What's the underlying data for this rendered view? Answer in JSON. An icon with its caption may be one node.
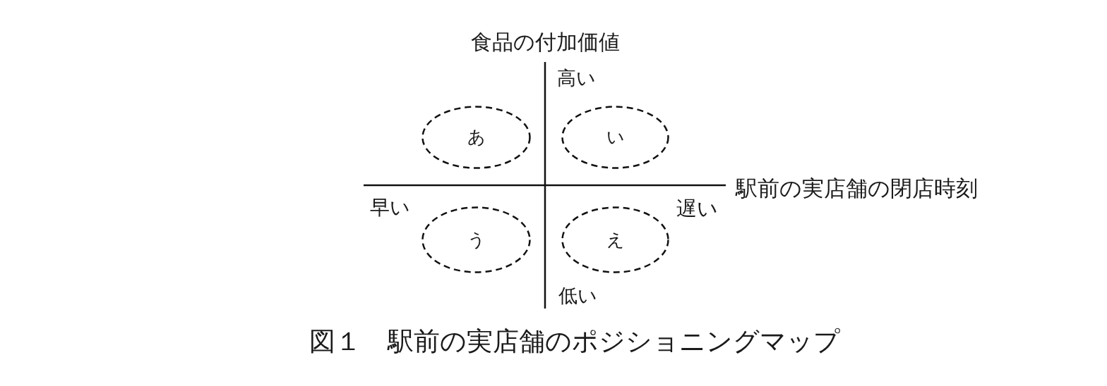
{
  "diagram": {
    "caption": "図１　駅前の実店舗のポジショニングマップ",
    "nodes": [
      {
        "text": [
          "あ"
        ]
      },
      {
        "text": [
          "い"
        ]
      },
      {
        "text": [
          "う"
        ]
      },
      {
        "text": [
          "え"
        ]
      }
    ],
    "labels": [
      "食品の付加価値",
      "高い",
      "駅前の実店舗の閉店時刻",
      "早い",
      "遅い",
      "低い"
    ]
  }
}
